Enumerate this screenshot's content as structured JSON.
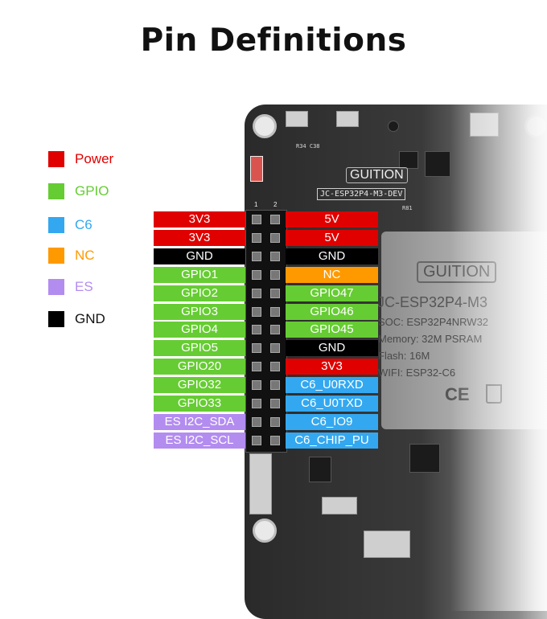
{
  "title": "Pin Definitions",
  "legend": [
    {
      "label": "Power",
      "color": "#e00000"
    },
    {
      "label": "GPIO",
      "color": "#66cc33"
    },
    {
      "label": "C6",
      "color": "#33a8f0"
    },
    {
      "label": "NC",
      "color": "#ff9900"
    },
    {
      "label": "ES",
      "color": "#b38cf0"
    },
    {
      "label": "GND",
      "color": "#000000"
    }
  ],
  "board": {
    "label": "JC-ESP32P4-M3-DEV",
    "logo": "GUITION",
    "module": {
      "title": "JC-ESP32P4-M3",
      "soc": "SOC: ESP32P4NRW32",
      "memory": "Memory: 32M PSRAM",
      "flash": "Flash: 16M",
      "wifi": "WIFI: ESP32-C6",
      "ce": "CE"
    }
  },
  "left_pins": [
    {
      "label": "3V3",
      "type": "Power"
    },
    {
      "label": "3V3",
      "type": "Power"
    },
    {
      "label": "GND",
      "type": "GND"
    },
    {
      "label": "GPIO1",
      "type": "GPIO"
    },
    {
      "label": "GPIO2",
      "type": "GPIO"
    },
    {
      "label": "GPIO3",
      "type": "GPIO"
    },
    {
      "label": "GPIO4",
      "type": "GPIO"
    },
    {
      "label": "GPIO5",
      "type": "GPIO"
    },
    {
      "label": "GPIO20",
      "type": "GPIO"
    },
    {
      "label": "GPIO32",
      "type": "GPIO"
    },
    {
      "label": "GPIO33",
      "type": "GPIO"
    },
    {
      "label": "ES I2C_SDA",
      "type": "ES"
    },
    {
      "label": "ES I2C_SCL",
      "type": "ES"
    }
  ],
  "right_pins": [
    {
      "label": "5V",
      "type": "Power"
    },
    {
      "label": "5V",
      "type": "Power"
    },
    {
      "label": "GND",
      "type": "GND"
    },
    {
      "label": "NC",
      "type": "NC"
    },
    {
      "label": "GPIO47",
      "type": "GPIO"
    },
    {
      "label": "GPIO46",
      "type": "GPIO"
    },
    {
      "label": "GPIO45",
      "type": "GPIO"
    },
    {
      "label": "GND",
      "type": "GND"
    },
    {
      "label": "3V3",
      "type": "Power"
    },
    {
      "label": "C6_U0RXD",
      "type": "C6"
    },
    {
      "label": "C6_U0TXD",
      "type": "C6"
    },
    {
      "label": "C6_IO9",
      "type": "C6"
    },
    {
      "label": "C6_CHIP_PU",
      "type": "C6"
    }
  ]
}
